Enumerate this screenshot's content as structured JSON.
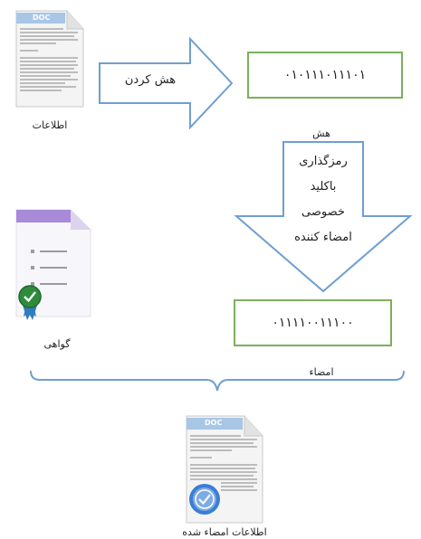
{
  "document_icon": {
    "badge": "DOC"
  },
  "labels": {
    "data": "اطلاعات",
    "hash": "هش",
    "certificate": "گواهی",
    "signature": "امضاء",
    "signed_data": "اطلاعات امضاء شده"
  },
  "arrow_hashing": {
    "text": "هش کردن"
  },
  "hash_value": "۰۱۰۱۱۱۰۱۱۱۰۱",
  "signature_value": "۰۱۱۱۱۰۰۱۱۱۰۰",
  "arrow_encrypt": {
    "lines": [
      "رمزگذاری",
      "باکلید",
      "خصوصی",
      "امضاء کننده"
    ]
  },
  "colors": {
    "box_border": "#7cb05a",
    "arrow_border": "#6f9fd0",
    "certificate_accent": "#a78bd8",
    "seal_green": "#2e8b3c"
  }
}
